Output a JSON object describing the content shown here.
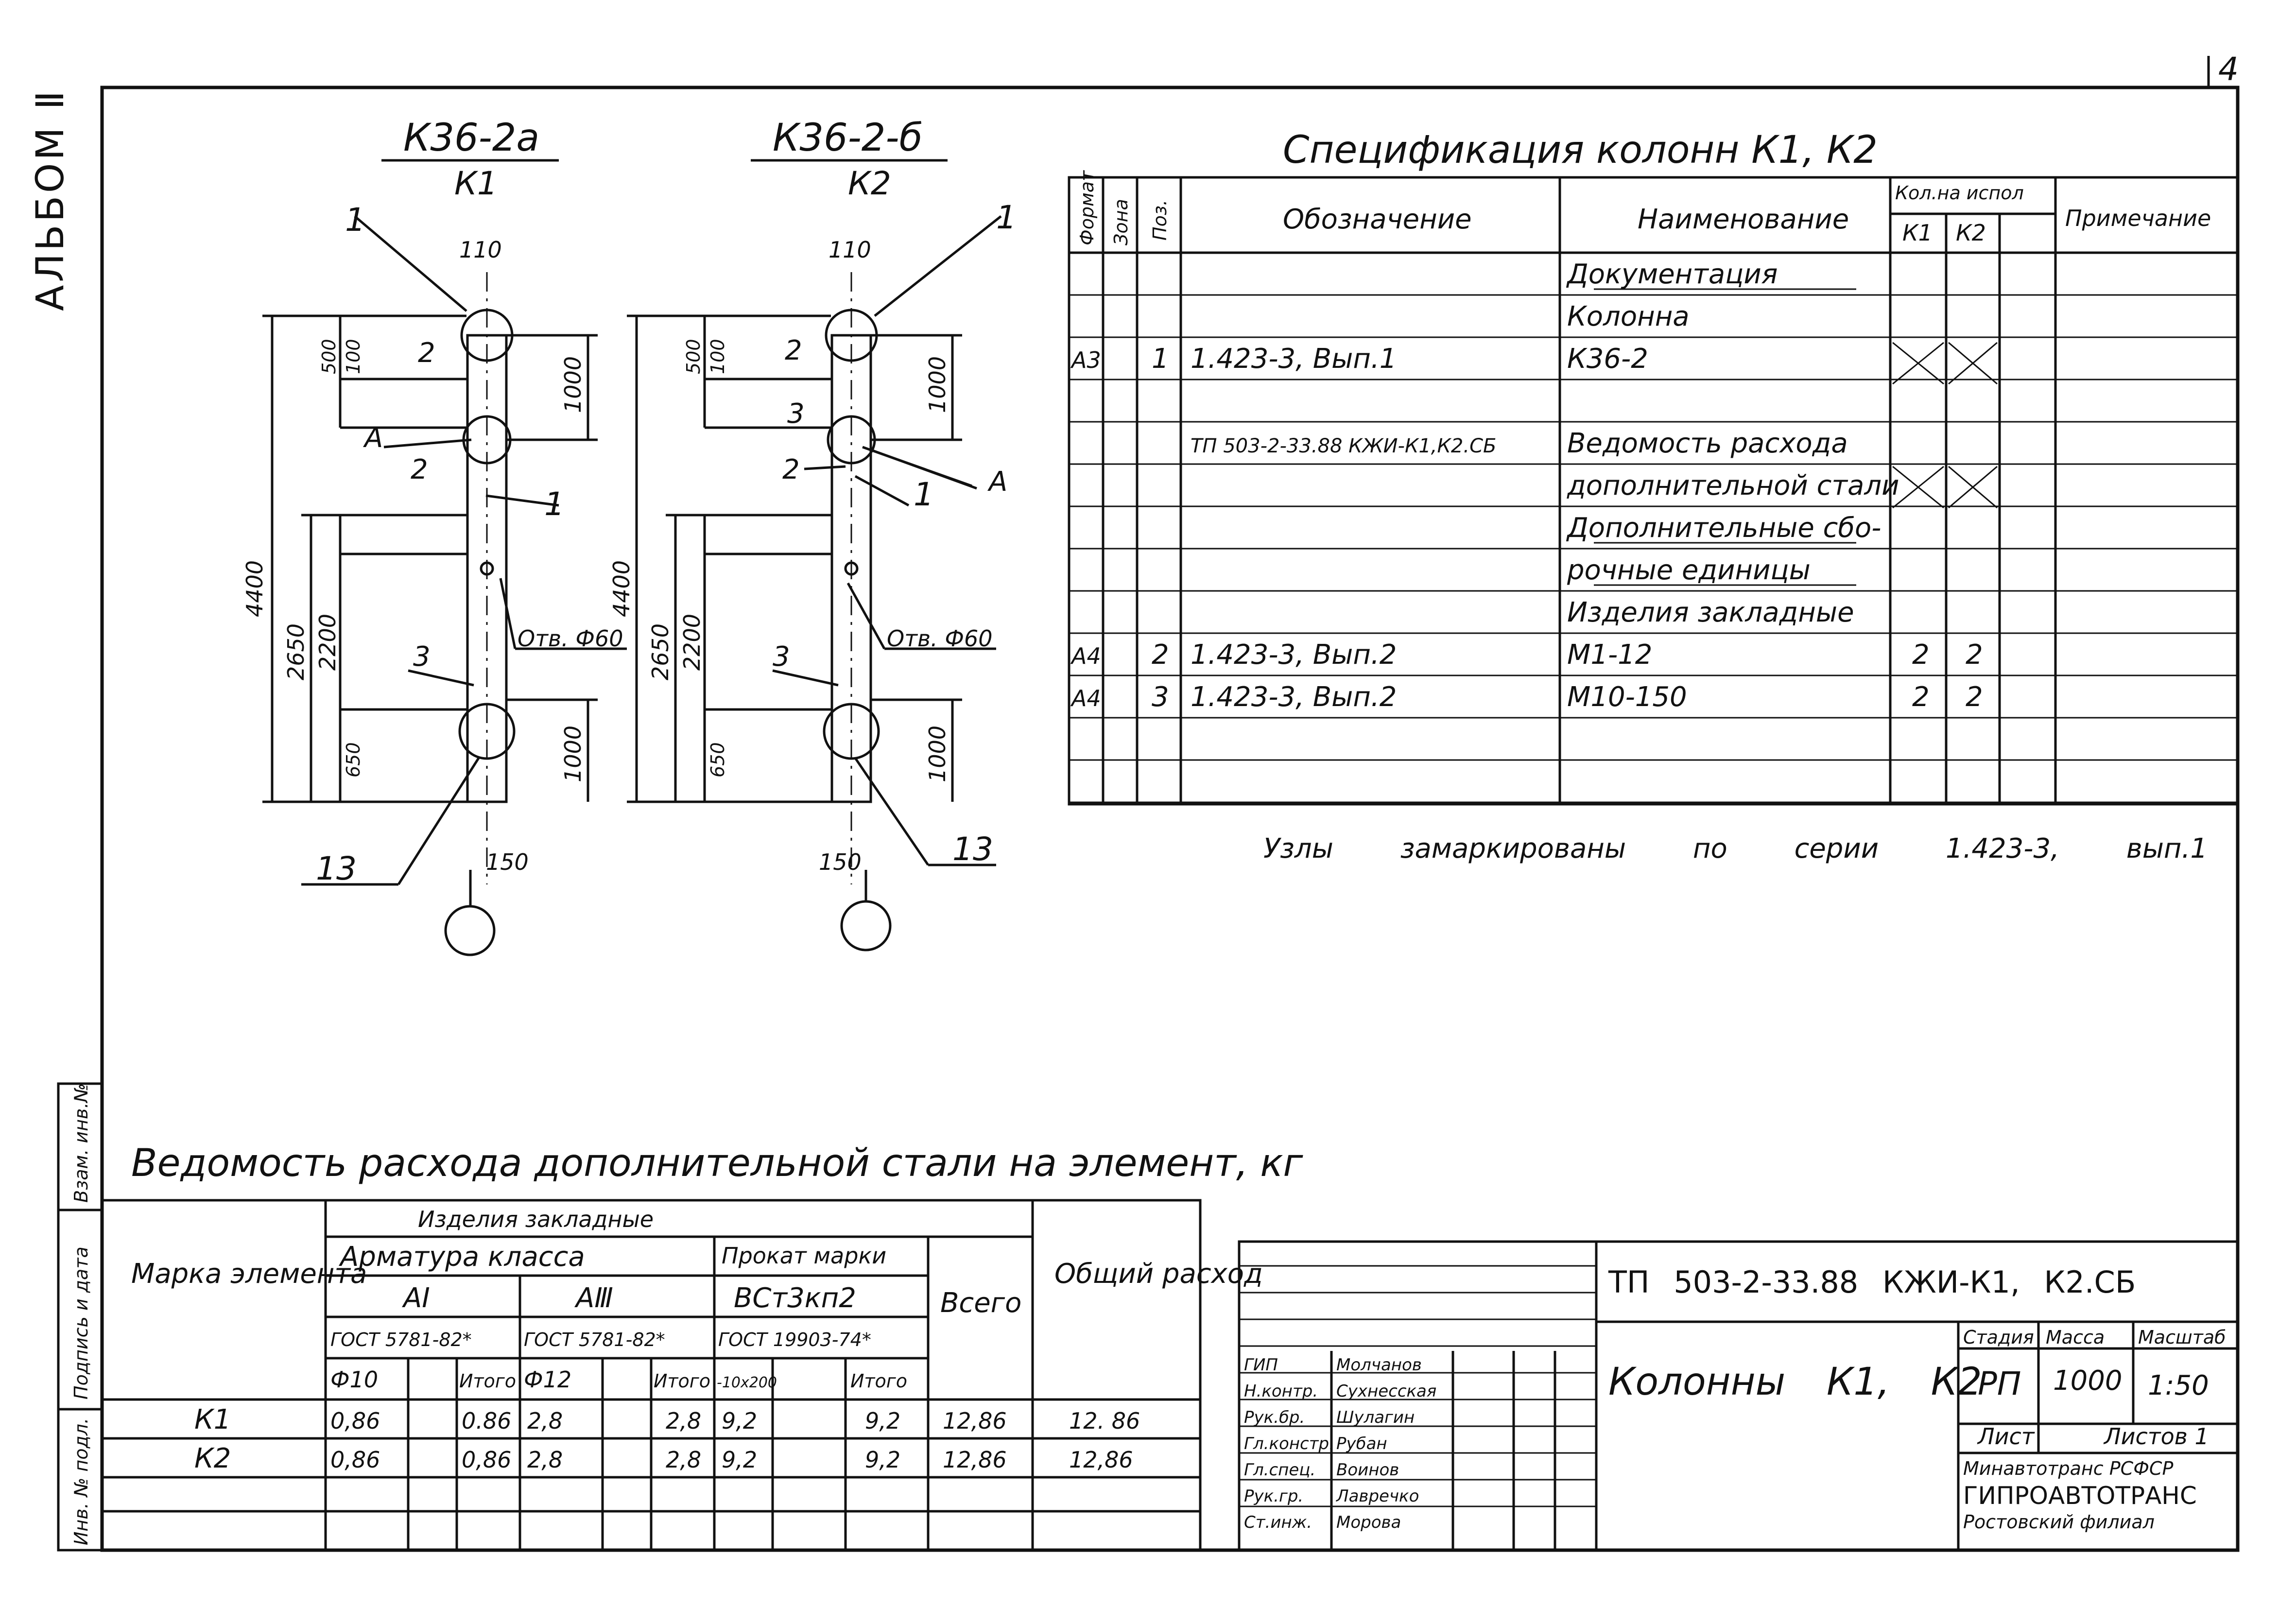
{
  "sheet": {
    "page_number": "4",
    "album_label": "АЛЬБОМ Ⅱ"
  },
  "drawings": {
    "left": {
      "mark": "К36-2а",
      "sub": "К1"
    },
    "right": {
      "mark": "К36-2-б",
      "sub": "К2"
    },
    "dims": {
      "d110": "110",
      "d500": "500",
      "d100": "100",
      "d1000": "1000",
      "d4400": "4400",
      "d2650": "2650",
      "d2200": "2200",
      "d650": "650",
      "d150": "150"
    },
    "labels": {
      "p1": "1",
      "p2": "2",
      "p3": "3",
      "p13": "13",
      "pA": "A",
      "hole": "Отв. Ф60"
    }
  },
  "spec": {
    "title": "Спецификация колонн К1, К2",
    "headers": {
      "format": "Формат",
      "zone": "Зона",
      "pos": "Поз.",
      "designation": "Обозначение",
      "name": "Наименование",
      "qty": "Кол.на испол",
      "k1": "К1",
      "k2": "К2",
      "note": "Примечание"
    },
    "rows": [
      {
        "format": "",
        "pos": "",
        "designation": "",
        "name": "Документация",
        "k1": "",
        "k2": ""
      },
      {
        "format": "",
        "pos": "",
        "designation": "",
        "name": "Колонна",
        "k1": "",
        "k2": ""
      },
      {
        "format": "А3",
        "pos": "1",
        "designation": "1.423-3, Вып.1",
        "name": "К36-2",
        "k1": "",
        "k2": ""
      },
      {
        "format": "",
        "pos": "",
        "designation": "",
        "name": "",
        "k1": "",
        "k2": ""
      },
      {
        "format": "",
        "pos": "",
        "designation": "ТП 503-2-33.88 КЖИ-К1,К2.СБ",
        "name": "Ведомость расхода",
        "k1": "",
        "k2": ""
      },
      {
        "format": "",
        "pos": "",
        "designation": "",
        "name": "дополнительной стали",
        "k1": "",
        "k2": ""
      },
      {
        "format": "",
        "pos": "",
        "designation": "",
        "name": "Дополнительные сбо-",
        "k1": "",
        "k2": ""
      },
      {
        "format": "",
        "pos": "",
        "designation": "",
        "name": "рочные единицы",
        "k1": "",
        "k2": ""
      },
      {
        "format": "",
        "pos": "",
        "designation": "",
        "name": "Изделия закладные",
        "k1": "",
        "k2": ""
      },
      {
        "format": "А4",
        "pos": "2",
        "designation": "1.423-3, Вып.2",
        "name": "М1-12",
        "k1": "2",
        "k2": "2"
      },
      {
        "format": "А4",
        "pos": "3",
        "designation": "1.423-3, Вып.2",
        "name": "М10-150",
        "k1": "2",
        "k2": "2"
      },
      {
        "format": "",
        "pos": "",
        "designation": "",
        "name": "",
        "k1": "",
        "k2": ""
      },
      {
        "format": "",
        "pos": "",
        "designation": "",
        "name": "",
        "k1": "",
        "k2": ""
      }
    ],
    "note_below": "Узлы замаркированы по серии 1.423-3, вып.1"
  },
  "steel": {
    "title": "Ведомость расхода дополнительной стали на элемент, кг",
    "headers": {
      "mark": "Марка элемента",
      "items": "Изделия закладные",
      "rebar": "Арматура класса",
      "ai": "AI",
      "aiii": "АⅢ",
      "rolled": "Прокат марки",
      "rolled_grade": "ВСт3кп2",
      "gost1": "ГОСТ 5781-82*",
      "gost2": "ГОСТ 5781-82*",
      "gost3": "ГОСТ 19903-74*",
      "phi10": "Ф10",
      "total1": "Итого",
      "phi12": "Ф12",
      "total2": "Итого",
      "sheet_size": "-10х200",
      "total3": "Итого",
      "all": "Всего",
      "general": "Общий расход"
    },
    "rows": [
      {
        "mark": "К1",
        "phi10": "0,86",
        "t1": "0.86",
        "phi12": "2,8",
        "t2": "2,8",
        "rolled": "9,2",
        "t3": "9,2",
        "all": "12,86",
        "general": "12. 86"
      },
      {
        "mark": "К2",
        "phi10": "0,86",
        "t1": "0,86",
        "phi12": "2,8",
        "t2": "2,8",
        "rolled": "9,2",
        "t3": "9,2",
        "all": "12,86",
        "general": "12,86"
      }
    ]
  },
  "side_stamp": {
    "c1": "Взам. инв.№",
    "c2": "Подпись и дата",
    "c3": "Инв. № подл."
  },
  "title_block": {
    "code": "ТП 503-2-33.88 КЖИ-К1, К2.СБ",
    "name": "Колонны К1, К2",
    "stage_h": "Стадия",
    "mass_h": "Масса",
    "scale_h": "Масштаб",
    "stage": "РП",
    "mass": "1000",
    "scale": "1:50",
    "sheet_h": "Лист",
    "sheets_h": "Листов 1",
    "org1": "Минавтотранс РСФСР",
    "org2": "ГИПРОАВТОТРАНС",
    "org3": "Ростовский филиал",
    "people": [
      {
        "role": "ГИП",
        "name": "Молчанов"
      },
      {
        "role": "Н.контр.",
        "name": "Сухнесская"
      },
      {
        "role": "Рук.бр.",
        "name": "Шулагин"
      },
      {
        "role": "Гл.констр.",
        "name": "Рубан"
      },
      {
        "role": "Гл.спец.",
        "name": "Воинов"
      },
      {
        "role": "Рук.гр.",
        "name": "Лавречко"
      },
      {
        "role": "Ст.инж.",
        "name": "Морова"
      }
    ]
  }
}
